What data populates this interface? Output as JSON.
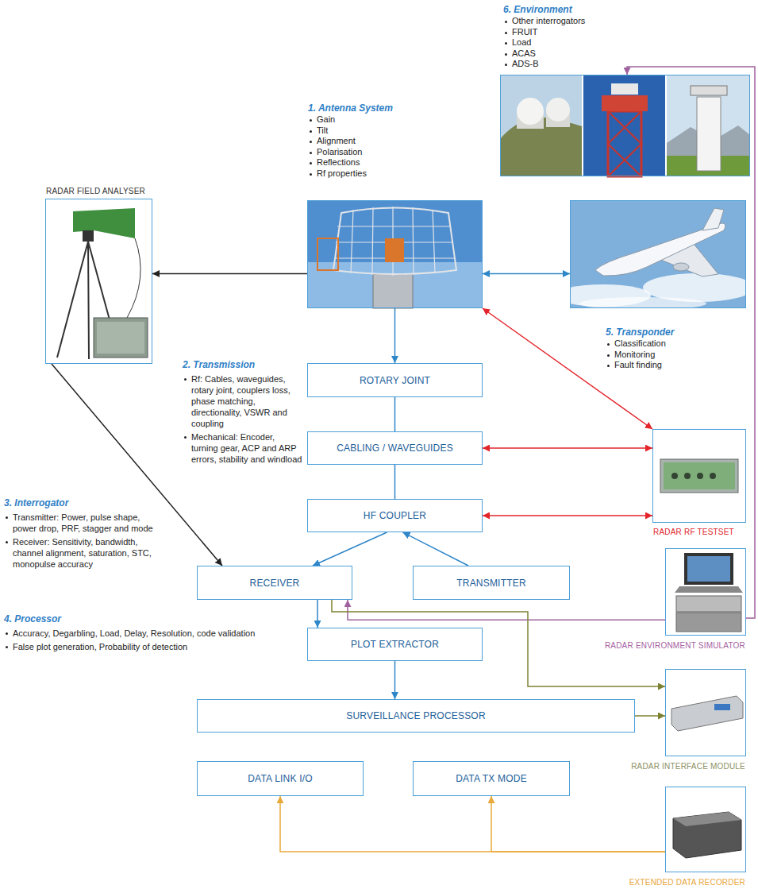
{
  "diagram": {
    "nodes": [
      {
        "text": [
          "6. Environment",
          "Other interrogators",
          "FRUIT",
          "Load",
          "ACAS",
          "ADS-B"
        ]
      },
      {
        "text": [
          "1. Antenna System",
          "Gain",
          "Tilt",
          "Alignment",
          "Polarisation",
          "Reflections",
          "Rf properties"
        ]
      },
      {
        "text": [
          "RADAR FIELD ANALYSER"
        ]
      },
      {
        "text": [
          "5. Transponder",
          "Classification",
          "Monitoring",
          "Fault finding"
        ]
      },
      {
        "text": [
          "ROTARY JOINT"
        ]
      },
      {
        "text": [
          "CABLING / WAVEGUIDES"
        ]
      },
      {
        "text": [
          "RADAR RF TESTSET"
        ]
      },
      {
        "text": [
          "HF COUPLER"
        ]
      },
      {
        "text": [
          "RECEIVER"
        ]
      },
      {
        "text": [
          "TRANSMITTER"
        ]
      },
      {
        "text": [
          "RADAR ENVIRONMENT SIMULATOR"
        ]
      },
      {
        "text": [
          "PLOT EXTRACTOR"
        ]
      },
      {
        "text": [
          "RADAR INTERFACE MODULE"
        ]
      },
      {
        "text": [
          "SURVEILLANCE PROCESSOR"
        ]
      },
      {
        "text": [
          "DATA LINK I/O"
        ]
      },
      {
        "text": [
          "DATA TX MODE"
        ]
      },
      {
        "text": [
          "EXTENDED DATA RECORDER"
        ]
      }
    ],
    "edges": [
      {
        "from": 1,
        "to": 2,
        "arrow": "to"
      },
      {
        "from": 2,
        "to": 8,
        "arrow": "to"
      },
      {
        "from": 1,
        "to": 3,
        "arrow": "both"
      },
      {
        "from": 1,
        "to": 4,
        "arrow": "to"
      },
      {
        "from": 4,
        "to": 5,
        "arrow": "none"
      },
      {
        "from": 5,
        "to": 7,
        "arrow": "none"
      },
      {
        "from": 7,
        "to": 8,
        "arrow": "to"
      },
      {
        "from": 9,
        "to": 7,
        "arrow": "to"
      },
      {
        "from": 8,
        "to": 11,
        "arrow": "to"
      },
      {
        "from": 11,
        "to": 13,
        "arrow": "to"
      },
      {
        "from": 6,
        "to": 1,
        "arrow": "both"
      },
      {
        "from": 6,
        "to": 5,
        "arrow": "both"
      },
      {
        "from": 6,
        "to": 7,
        "arrow": "both"
      },
      {
        "from": 10,
        "to": 8,
        "arrow": "to"
      },
      {
        "from": 10,
        "to": 0,
        "arrow": "to"
      },
      {
        "from": 8,
        "to": 12,
        "arrow": "to"
      },
      {
        "from": 13,
        "to": 12,
        "arrow": "to"
      },
      {
        "from": 16,
        "to": 14,
        "arrow": "to"
      },
      {
        "from": 16,
        "to": 15,
        "arrow": "to"
      }
    ],
    "labels": [
      "2. Transmission",
      "Rf: Cables, waveguides, rotary joint, couplers loss, phase matching, directionality, VSWR and coupling",
      "Mechanical: Encoder, turning gear, ACP and ARP errors, stability and windload",
      "3. Interrogator",
      "Transmitter: Power, pulse shape, power drop, PRF, stagger and mode",
      "Receiver: Sensitivity, bandwidth, channel alignment, saturation, STC, monopulse accuracy",
      "4. Processor",
      "Accuracy, Degarbling, Load, Delay, Resolution, code validation",
      "False plot generation, Probability of detection"
    ]
  }
}
